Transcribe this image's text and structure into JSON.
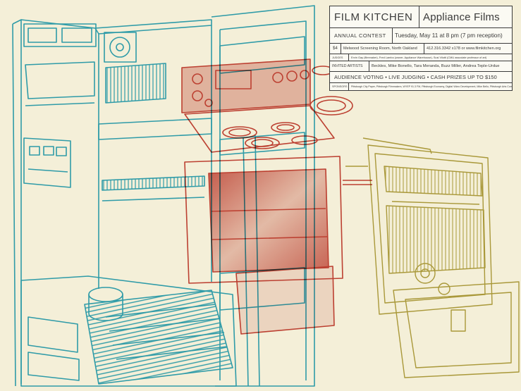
{
  "poster": {
    "title": "FILM KITCHEN",
    "subtitle": "Appliance Films",
    "event_label": "ANNUAL CONTEST",
    "event_date": "Tuesday, May 11 at 8 pm (7 pm reception)",
    "price": "$4",
    "venue": "Melwood Screening Room, North Oakland",
    "contact": "412.316.3342 x178 or www.filmkitchen.org",
    "judges_label": "JUDGES",
    "judges": "Ervin Gay (filmmaker), Fred Lambo (owner, Appliance Warehouse), Susi Vilotti (CMU associate professor of art)",
    "artists_label": "INVITED ARTISTS",
    "artists": "Beckles, Mike Bonello, Tara Meranda, Buzz Miller, Andrea Teple-Urdue",
    "highlights": "AUDIENCE VOTING • LIVE JUDGING • CASH PRIZES UP TO $150",
    "sponsors_label": "SPONSORS",
    "sponsors": "Pittsburgh City Paper, Pittsburgh Filmmakers, WYEP 91.3 FM, Pittsburgh Economy, Digital Video Development, Mike Bello, Pittsburgh Arts Company"
  },
  "colors": {
    "background": "#f4efd8",
    "refrigerator": "#31a6c6",
    "stove": "#c5443a",
    "dishwasher": "#b1a243",
    "ink": "#3b3b3b"
  }
}
